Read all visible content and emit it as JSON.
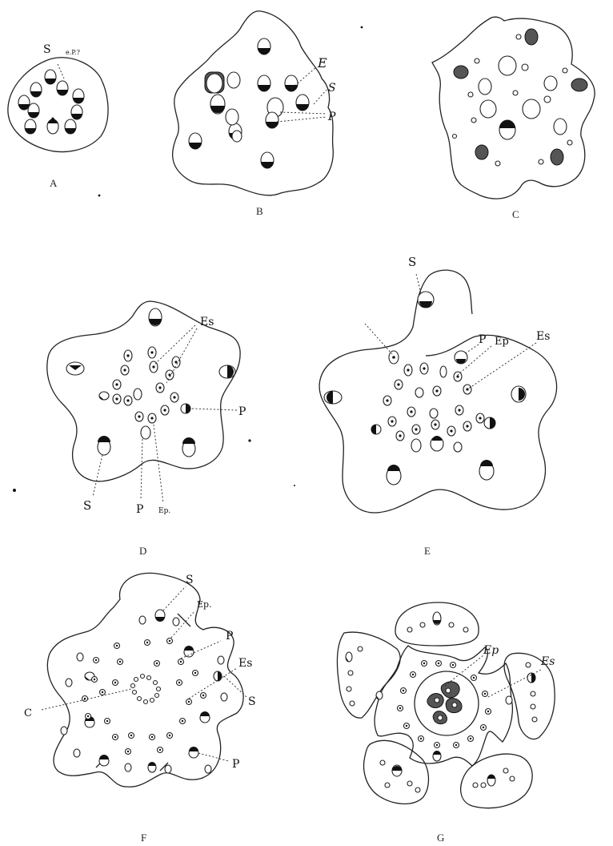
{
  "figures": [
    {
      "id": "A",
      "caption": "A",
      "labels": [
        "S",
        "e.P.?"
      ]
    },
    {
      "id": "B",
      "caption": "B",
      "labels": [
        "E",
        "S",
        "P"
      ]
    },
    {
      "id": "C",
      "caption": "C",
      "labels": []
    },
    {
      "id": "D",
      "caption": "D",
      "labels": [
        "Es",
        "P",
        "S",
        "P",
        "Ep."
      ]
    },
    {
      "id": "E",
      "caption": "E",
      "labels": [
        "S",
        "P",
        "Ep",
        "Es"
      ]
    },
    {
      "id": "F",
      "caption": "F",
      "labels": [
        "S",
        "Ep.",
        "P",
        "Es",
        "S",
        "C",
        "P"
      ]
    },
    {
      "id": "G",
      "caption": "G",
      "labels": [
        "Ep",
        "Es"
      ]
    }
  ]
}
